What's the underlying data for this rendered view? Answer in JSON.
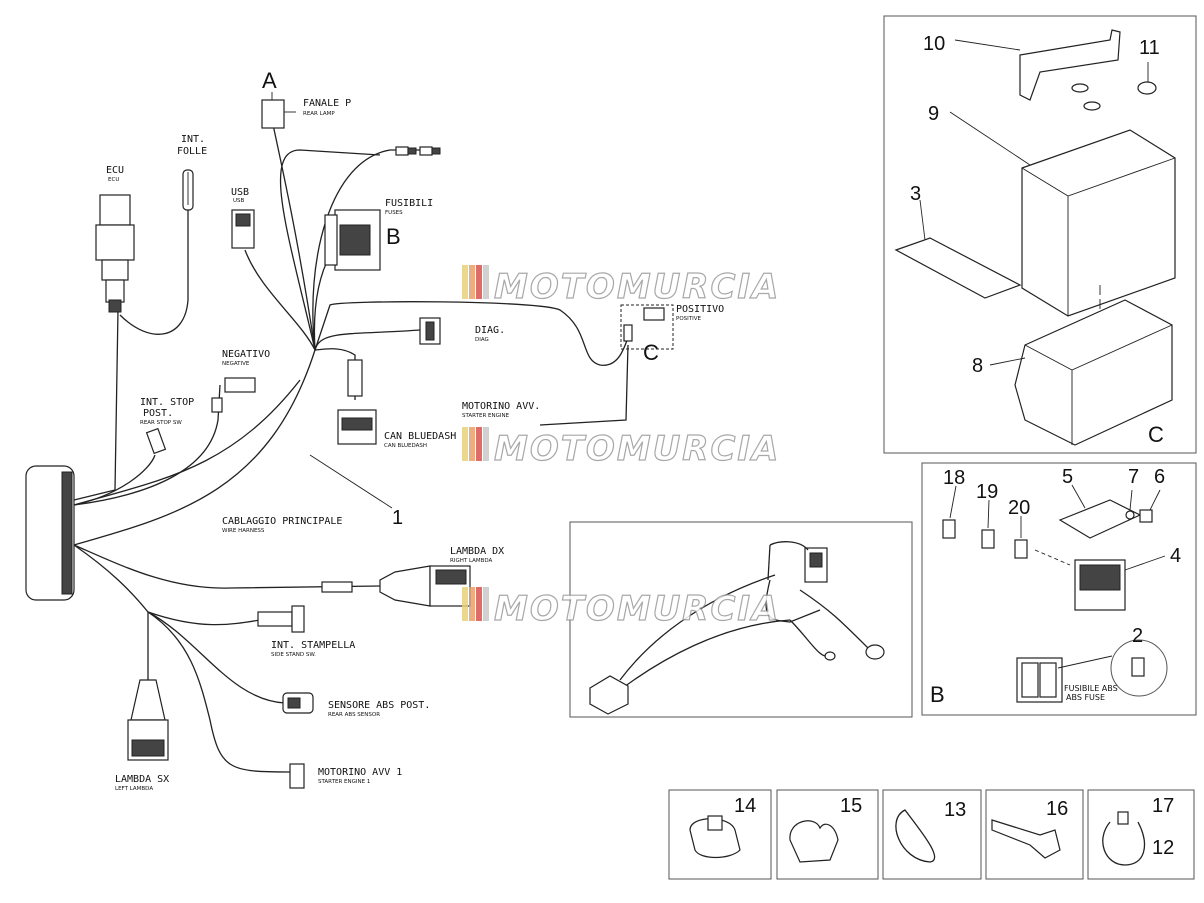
{
  "letters": {
    "a": "A",
    "b": "B",
    "c": "C"
  },
  "labels": {
    "fanale": "FANALE P",
    "fanale_sub": "REAR LAMP",
    "int_folle": "INT.",
    "int_folle2": "FOLLE",
    "ecu": "ECU",
    "ecu_sub": "ECU",
    "usb": "USB",
    "usb_sub": "USB",
    "fusibili": "FUSIBILI",
    "fusibili_sub": "FUSES",
    "positivo": "POSITIVO",
    "positivo_sub": "POSITIVE",
    "diag": "DIAG.",
    "diag_sub": "DIAG",
    "negativo": "NEGATIVO",
    "negativo_sub": "NEGATIVE",
    "stop1": "INT. STOP",
    "stop2": "POST.",
    "stop_sub": "REAR STOP SW",
    "motorino": "MOTORINO AVV.",
    "motorino_sub": "STARTER ENGINE",
    "can": "CAN BLUEDASH",
    "can_sub": "CAN BLUEDASH",
    "cablaggio": "CABLAGGIO PRINCIPALE",
    "cablaggio_sub": "WIRE HARNESS",
    "lambda_dx": "LAMBDA DX",
    "lambda_dx_sub": "RIGHT LAMBDA",
    "stampella": "INT. STAMPELLA",
    "stampella_sub": "SIDE STAND SW.",
    "abs": "SENSORE ABS POST.",
    "abs_sub": "REAR ABS SENSOR",
    "lambda_sx": "LAMBDA SX",
    "lambda_sx_sub": "LEFT LAMBDA",
    "motorino1": "MOTORINO AVV 1",
    "motorino1_sub": "STARTER ENGINE 1",
    "fusibile_abs": "FUSIBILE ABS",
    "fusibile_abs_sub": "ABS FUSE"
  },
  "numbers": {
    "n1": "1",
    "n2": "2",
    "n3": "3",
    "n4": "4",
    "n5": "5",
    "n6": "6",
    "n7": "7",
    "n8": "8",
    "n9": "9",
    "n10": "10",
    "n11": "11",
    "n12": "12",
    "n13": "13",
    "n14": "14",
    "n15": "15",
    "n16": "16",
    "n17": "17",
    "n18": "18",
    "n19": "19",
    "n20": "20"
  },
  "watermark": "MOTOMURCIA",
  "colors": {
    "line": "#222222",
    "watermark_stripes": [
      "#e8d27a",
      "#e9a06b",
      "#d9534f",
      "#c9c9c9"
    ]
  }
}
